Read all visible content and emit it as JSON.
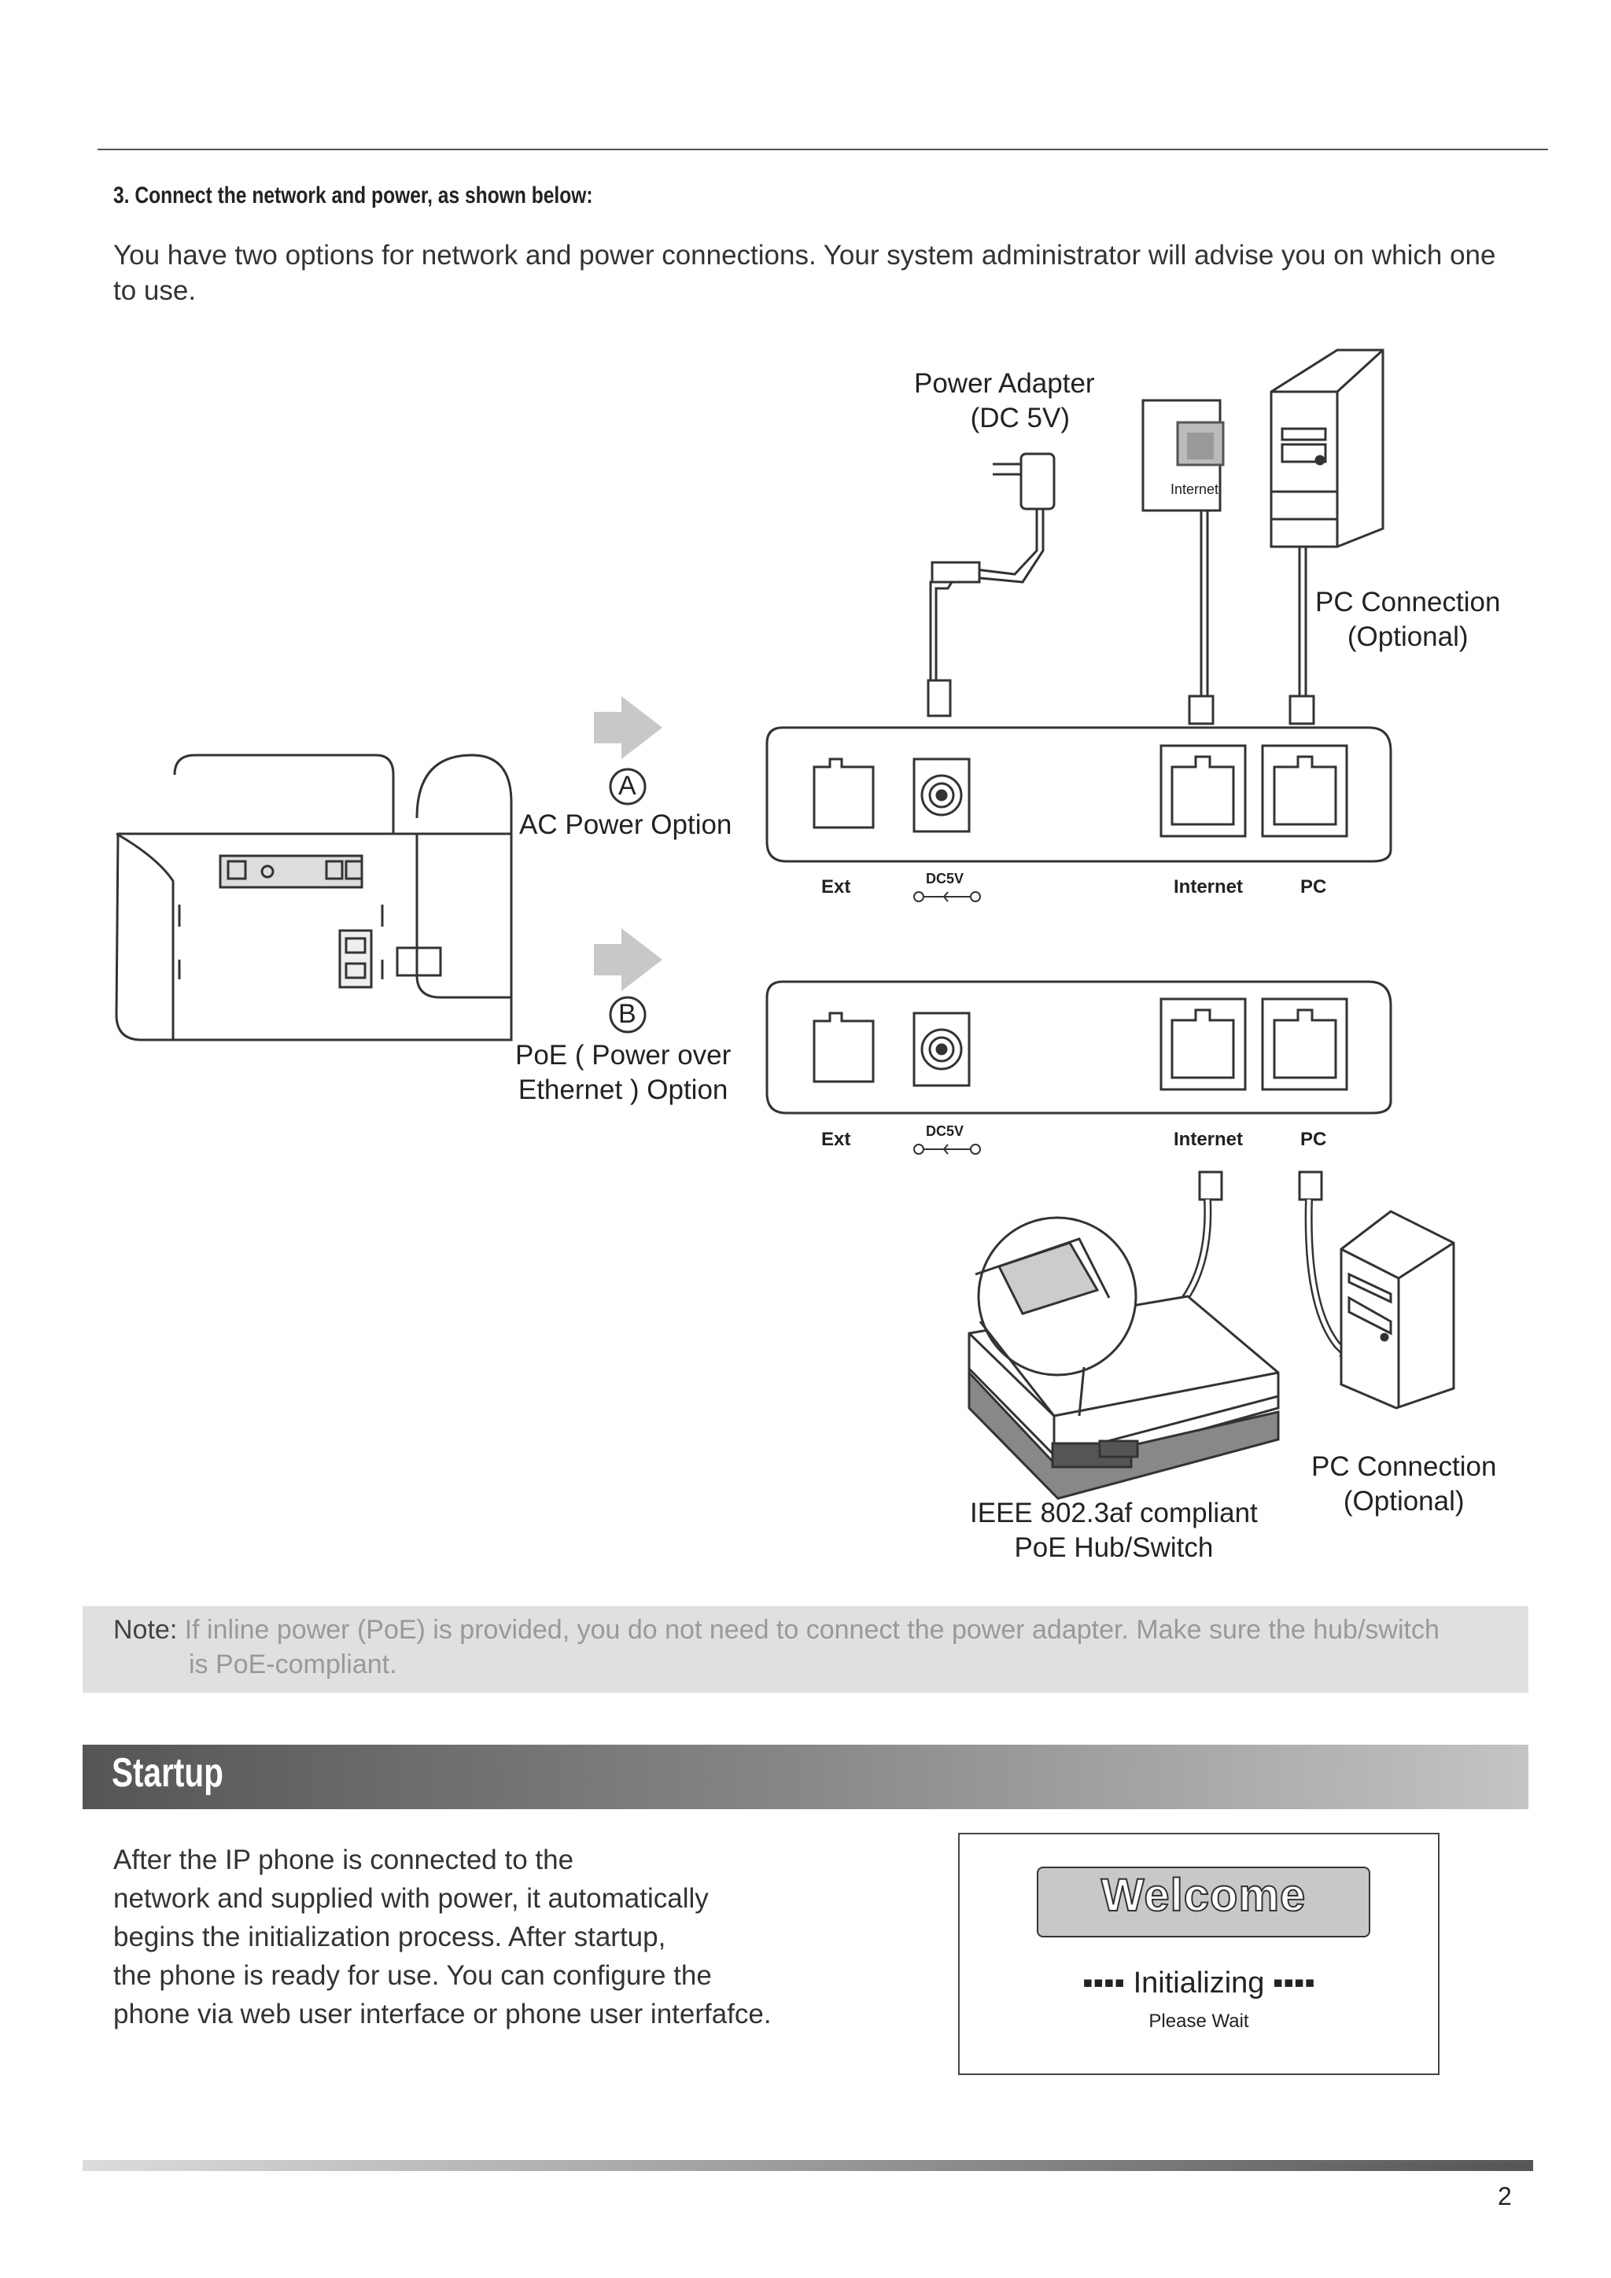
{
  "section": {
    "step_heading": "3. Connect the network and power, as shown below:",
    "intro": "You have two options for network and power connections. Your system administrator will advise you on which one to use."
  },
  "diagram": {
    "power_adapter_line1": "Power Adapter",
    "power_adapter_line2": "(DC 5V)",
    "wall_jack_label": "Internet",
    "pc_connection_top_line1": "PC Connection",
    "pc_connection_top_line2": "(Optional)",
    "option_a_letter": "A",
    "option_a_label": "AC Power Option",
    "option_b_letter": "B",
    "option_b_line1": "PoE ( Power over",
    "option_b_line2": "Ethernet ) Option",
    "panel_a": {
      "ext": "Ext",
      "dc": "DC5V",
      "internet": "Internet",
      "pc": "PC"
    },
    "panel_b": {
      "ext": "Ext",
      "dc": "DC5V",
      "internet": "Internet",
      "pc": "PC"
    },
    "pc_connection_bottom_line1": "PC Connection",
    "pc_connection_bottom_line2": "(Optional)",
    "switch_line1": "IEEE 802.3af compliant",
    "switch_line2": "PoE Hub/Switch"
  },
  "note": {
    "label": "Note:",
    "line1": "If inline power (PoE) is provided, you do not need to connect the power adapter. Make sure the hub/switch",
    "line2": "is PoE-compliant."
  },
  "startup": {
    "title": "Startup",
    "lines": [
      "After the IP phone is connected to the",
      "network and supplied with power, it automatically",
      "begins the initialization process. After startup,",
      "the phone is ready for use. You can configure the",
      "phone via web user interface or phone user interfafce."
    ],
    "screen": {
      "welcome": "Welcome",
      "initializing": "▪▪▪▪ Initializing ▪▪▪▪",
      "please_wait": "Please Wait"
    }
  },
  "page_number": "2",
  "colors": {
    "banner_dark": "#555555",
    "banner_light": "#c4c4c4",
    "note_bg": "#e0e0e0",
    "arrow": "#c8c8c8"
  }
}
